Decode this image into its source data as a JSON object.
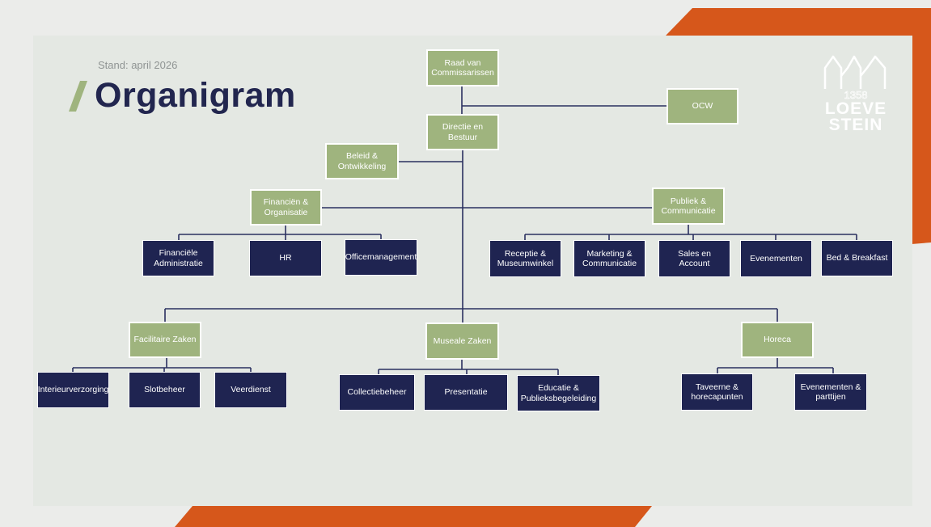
{
  "header": {
    "date_label": "Stand: april 2026",
    "title": "Organigram"
  },
  "logo": {
    "year": "1358",
    "line1": "LOEVE",
    "line2": "STEIN"
  },
  "colors": {
    "accent": "#d6571b",
    "green": "#9fb47e",
    "navy": "#1f2451",
    "background": "#e4e8e3"
  },
  "org": {
    "raad": "Raad van Commissarissen",
    "ocw": "OCW",
    "directie": "Directie en Bestuur",
    "beleid": "Beleid & Ontwikkeling",
    "financien": "Financiën & Organisatie",
    "financien_units": [
      "Financiële Administratie",
      "HR",
      "Officemanagement"
    ],
    "publiek": "Publiek & Communicatie",
    "publiek_units": [
      "Receptie & Museumwinkel",
      "Marketing & Communicatie",
      "Sales en Account",
      "Evenementen",
      "Bed & Breakfast"
    ],
    "facilitaire": "Facilitaire Zaken",
    "facilitaire_units": [
      "Interieurverzorging",
      "Slotbeheer",
      "Veerdienst"
    ],
    "museale": "Museale Zaken",
    "museale_units": [
      "Collectiebeheer",
      "Presentatie",
      "Educatie & Publieksbegeleiding"
    ],
    "horeca": "Horeca",
    "horeca_units": [
      "Taveerne & horecapunten",
      "Evenementen & parttijen"
    ]
  }
}
